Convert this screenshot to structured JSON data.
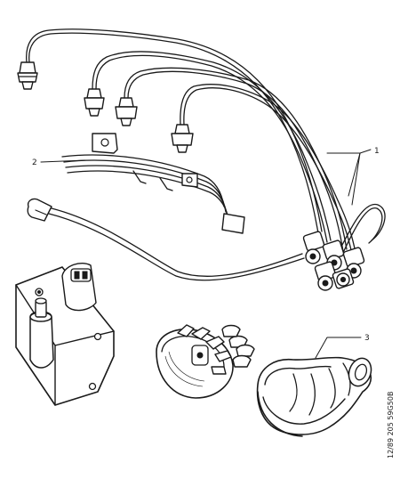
{
  "callouts": {
    "label_1": "1",
    "label_2": "2",
    "label_3": "3"
  },
  "reference_code": "12/89  205  59G50B",
  "colors": {
    "ink": "#1a1a1a",
    "paper": "#ffffff"
  }
}
